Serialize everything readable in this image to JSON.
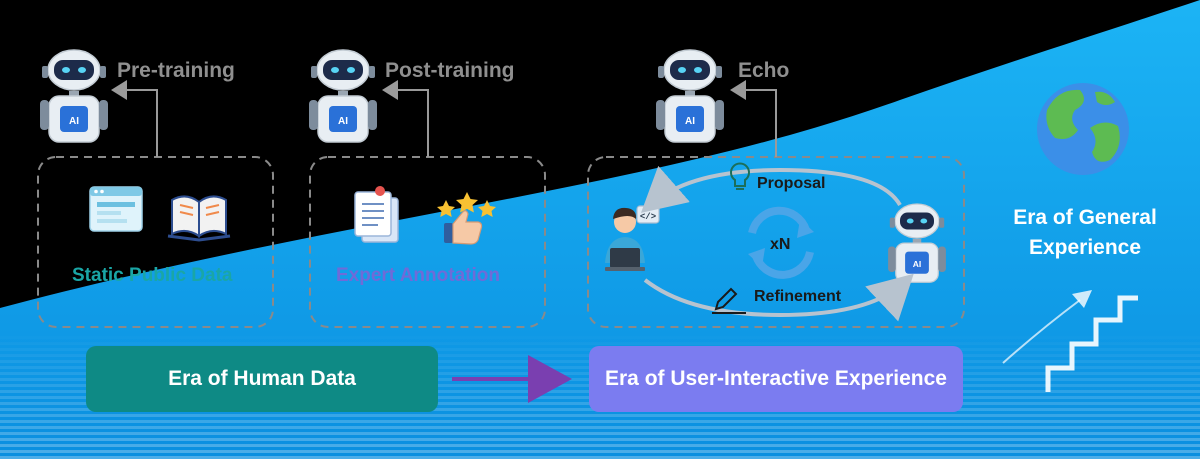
{
  "stages": {
    "pretraining": "Pre-training",
    "posttraining": "Post-training",
    "echo": "Echo"
  },
  "boxes": {
    "static_public_data": "Static Public Data",
    "expert_annotation": "Expert Annotation"
  },
  "loop": {
    "proposal": "Proposal",
    "refinement": "Refinement",
    "iterations": "xN"
  },
  "robot_chip_label": "AI",
  "eras": {
    "human_data": "Era of Human Data",
    "user_interactive": "Era of User-Interactive Experience",
    "general_line1": "Era of General",
    "general_line2": "Experience"
  },
  "colors": {
    "human_era_box": "#0e8a85",
    "user_era_box": "#7b7cf0",
    "sweep_blue": "#11a8ee",
    "stage_text": "#8f8f8f",
    "static_text": "#1aa6a6",
    "expert_text": "#6f6bd8",
    "arrow_purple": "#7a3fb0"
  },
  "icons": [
    "robot-icon",
    "webpage-icon",
    "book-icon",
    "documents-icon",
    "thumbs-up-stars-icon",
    "developer-user-icon",
    "lightbulb-icon",
    "pencil-icon",
    "cycle-arrows-icon",
    "globe-icon",
    "stairs-arrow-icon"
  ]
}
